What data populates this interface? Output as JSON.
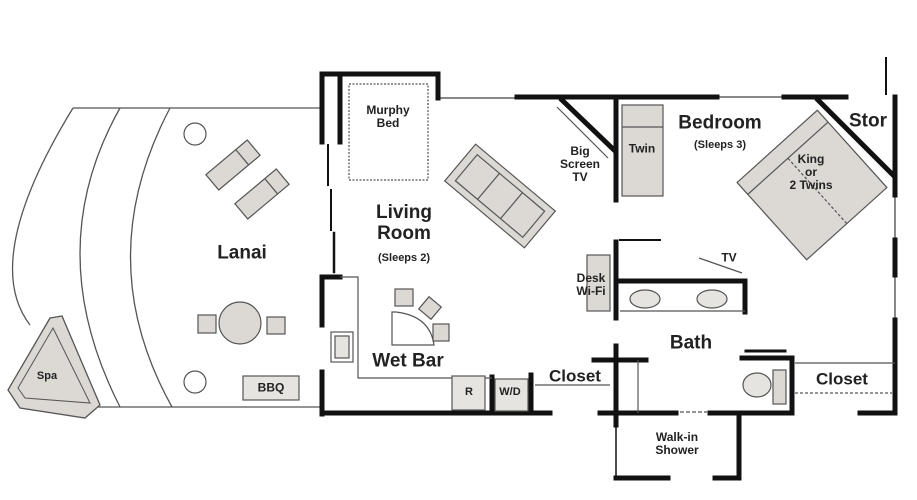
{
  "title": "Floor Plan",
  "colors": {
    "wall": "#111111",
    "furniture": "#dcd9d4",
    "line": "#555555"
  },
  "rooms": {
    "lanai": "Lanai",
    "spa": "Spa",
    "bbq": "BBQ",
    "murphy_bed": [
      "Murphy",
      "Bed"
    ],
    "living_room": [
      "Living",
      "Room"
    ],
    "living_sleeps": "(Sleeps 2)",
    "wet_bar": "Wet Bar",
    "fridge": "R",
    "washer_dryer": "W/D",
    "closet_left": "Closet",
    "big_screen_tv": [
      "Big",
      "Screen",
      "TV"
    ],
    "twin": "Twin",
    "bedroom": "Bedroom",
    "bedroom_sleeps": "(Sleeps 3)",
    "king_bed": [
      "King",
      "or",
      "2 Twins"
    ],
    "storage": "Stor",
    "desk": [
      "Desk",
      "Wi-Fi"
    ],
    "tv": "TV",
    "bath": "Bath",
    "closet_right": "Closet",
    "shower": [
      "Walk-in",
      "Shower"
    ]
  }
}
